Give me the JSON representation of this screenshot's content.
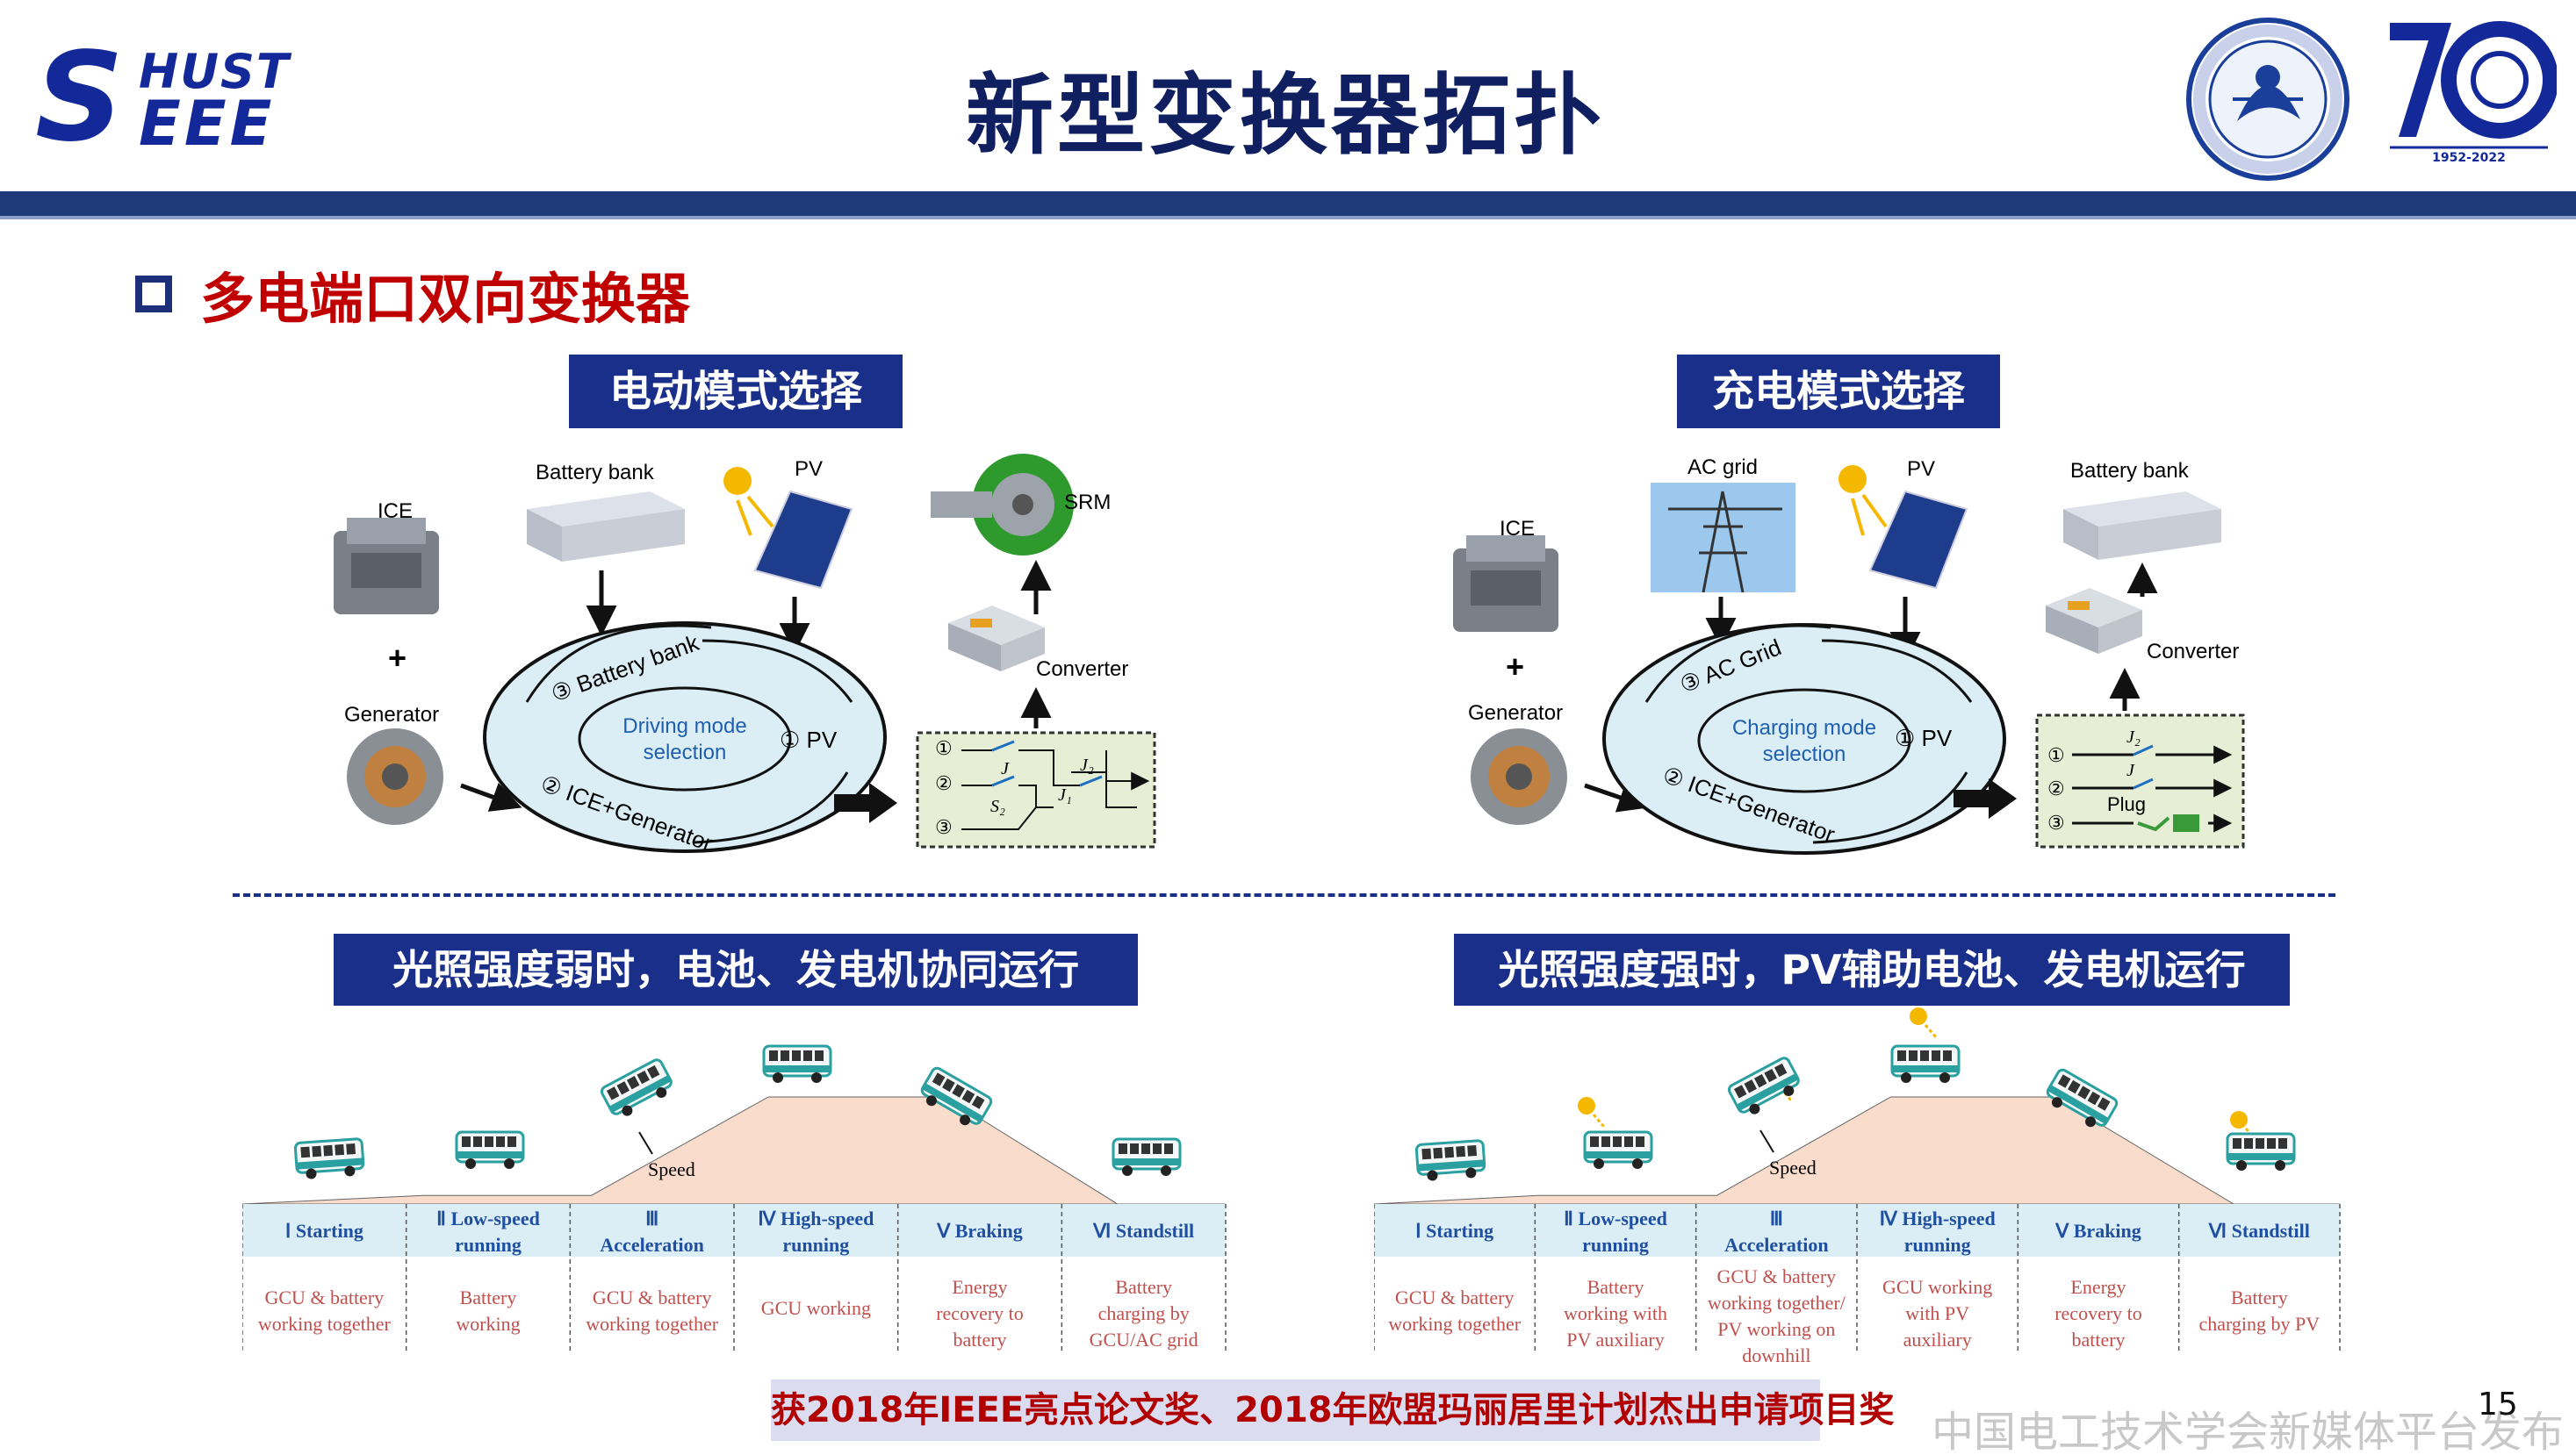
{
  "header": {
    "logo_hust": "HUST",
    "logo_s": "S",
    "logo_eee": "EEE",
    "title": "新型变换器拓扑",
    "badge_years": "1952-2022",
    "badge_number": "70"
  },
  "section_title": "多电端口双向变换器",
  "driving": {
    "banner": "电动模式选择",
    "labels": {
      "ice": "ICE",
      "battery_bank": "Battery bank",
      "pv": "PV",
      "srm": "SRM",
      "generator": "Generator",
      "converter": "Converter",
      "center": [
        "Driving mode",
        "selection"
      ],
      "arc_battery": "③ Battery bank",
      "arc_pv": "① PV",
      "arc_ice": "② ICE+Generator",
      "plus": "+"
    },
    "switch": {
      "ports": [
        "①",
        "②",
        "③"
      ],
      "j": "J",
      "j1": "J₁",
      "j2": "J₂",
      "s2": "S₂"
    }
  },
  "charging": {
    "banner": "充电模式选择",
    "labels": {
      "ice": "ICE",
      "ac_grid": "AC grid",
      "pv": "PV",
      "battery_bank": "Battery  bank",
      "generator": "Generator",
      "converter": "Converter",
      "center": [
        "Charging mode",
        "selection"
      ],
      "arc_ac": "③ AC Grid",
      "arc_pv": "① PV",
      "arc_ice": "② ICE+Generator",
      "plus": "+"
    },
    "switch": {
      "ports": [
        "①",
        "②",
        "③"
      ],
      "j": "J",
      "j2": "J₂",
      "plug": "Plug"
    }
  },
  "weak_light": {
    "banner": "光照强度弱时，电池、发电机协同运行",
    "speed": "Speed",
    "stages": [
      {
        "name": [
          "Ⅰ Starting"
        ],
        "desc": [
          "GCU & battery",
          "working together"
        ],
        "sun": false
      },
      {
        "name": [
          "Ⅱ Low-speed",
          "running"
        ],
        "desc": [
          "Battery",
          "working"
        ],
        "sun": false
      },
      {
        "name": [
          "Ⅲ",
          "Acceleration"
        ],
        "desc": [
          "GCU & battery",
          "working together"
        ],
        "sun": false
      },
      {
        "name": [
          "Ⅳ High-speed",
          "running"
        ],
        "desc": [
          "GCU working"
        ],
        "sun": false
      },
      {
        "name": [
          "Ⅴ Braking"
        ],
        "desc": [
          "Energy",
          "recovery to",
          "battery"
        ],
        "sun": false
      },
      {
        "name": [
          "Ⅵ Standstill"
        ],
        "desc": [
          "Battery",
          "charging by",
          "GCU/AC grid"
        ],
        "sun": false
      }
    ]
  },
  "strong_light": {
    "banner": "光照强度强时，PV辅助电池、发电机运行",
    "speed": "Speed",
    "stages": [
      {
        "name": [
          "Ⅰ Starting"
        ],
        "desc": [
          "GCU & battery",
          "working together"
        ],
        "sun": false
      },
      {
        "name": [
          "Ⅱ Low-speed",
          "running"
        ],
        "desc": [
          "Battery",
          "working with",
          "PV auxiliary"
        ],
        "sun": true
      },
      {
        "name": [
          "Ⅲ",
          "Acceleration"
        ],
        "desc": [
          "GCU & battery",
          "working together/",
          "PV working on",
          "downhill"
        ],
        "sun": true
      },
      {
        "name": [
          "Ⅳ High-speed",
          "running"
        ],
        "desc": [
          "GCU working",
          "with PV",
          "auxiliary"
        ],
        "sun": true
      },
      {
        "name": [
          "Ⅴ Braking"
        ],
        "desc": [
          "Energy",
          "recovery to",
          "battery"
        ],
        "sun": false
      },
      {
        "name": [
          "Ⅵ Standstill"
        ],
        "desc": [
          "Battery",
          "charging by PV"
        ],
        "sun": true
      }
    ]
  },
  "award": "获2018年IEEE亮点论文奖、2018年欧盟玛丽居里计划杰出申请项目奖",
  "page_number": "15",
  "watermark": "中国电工技术学会新媒体平台发布",
  "colors": {
    "navy": "#1a2f8a",
    "red": "#c00000",
    "orange_desc": "#c0504d",
    "light_blue": "#dbeef6",
    "pink": "#f9dccb"
  }
}
